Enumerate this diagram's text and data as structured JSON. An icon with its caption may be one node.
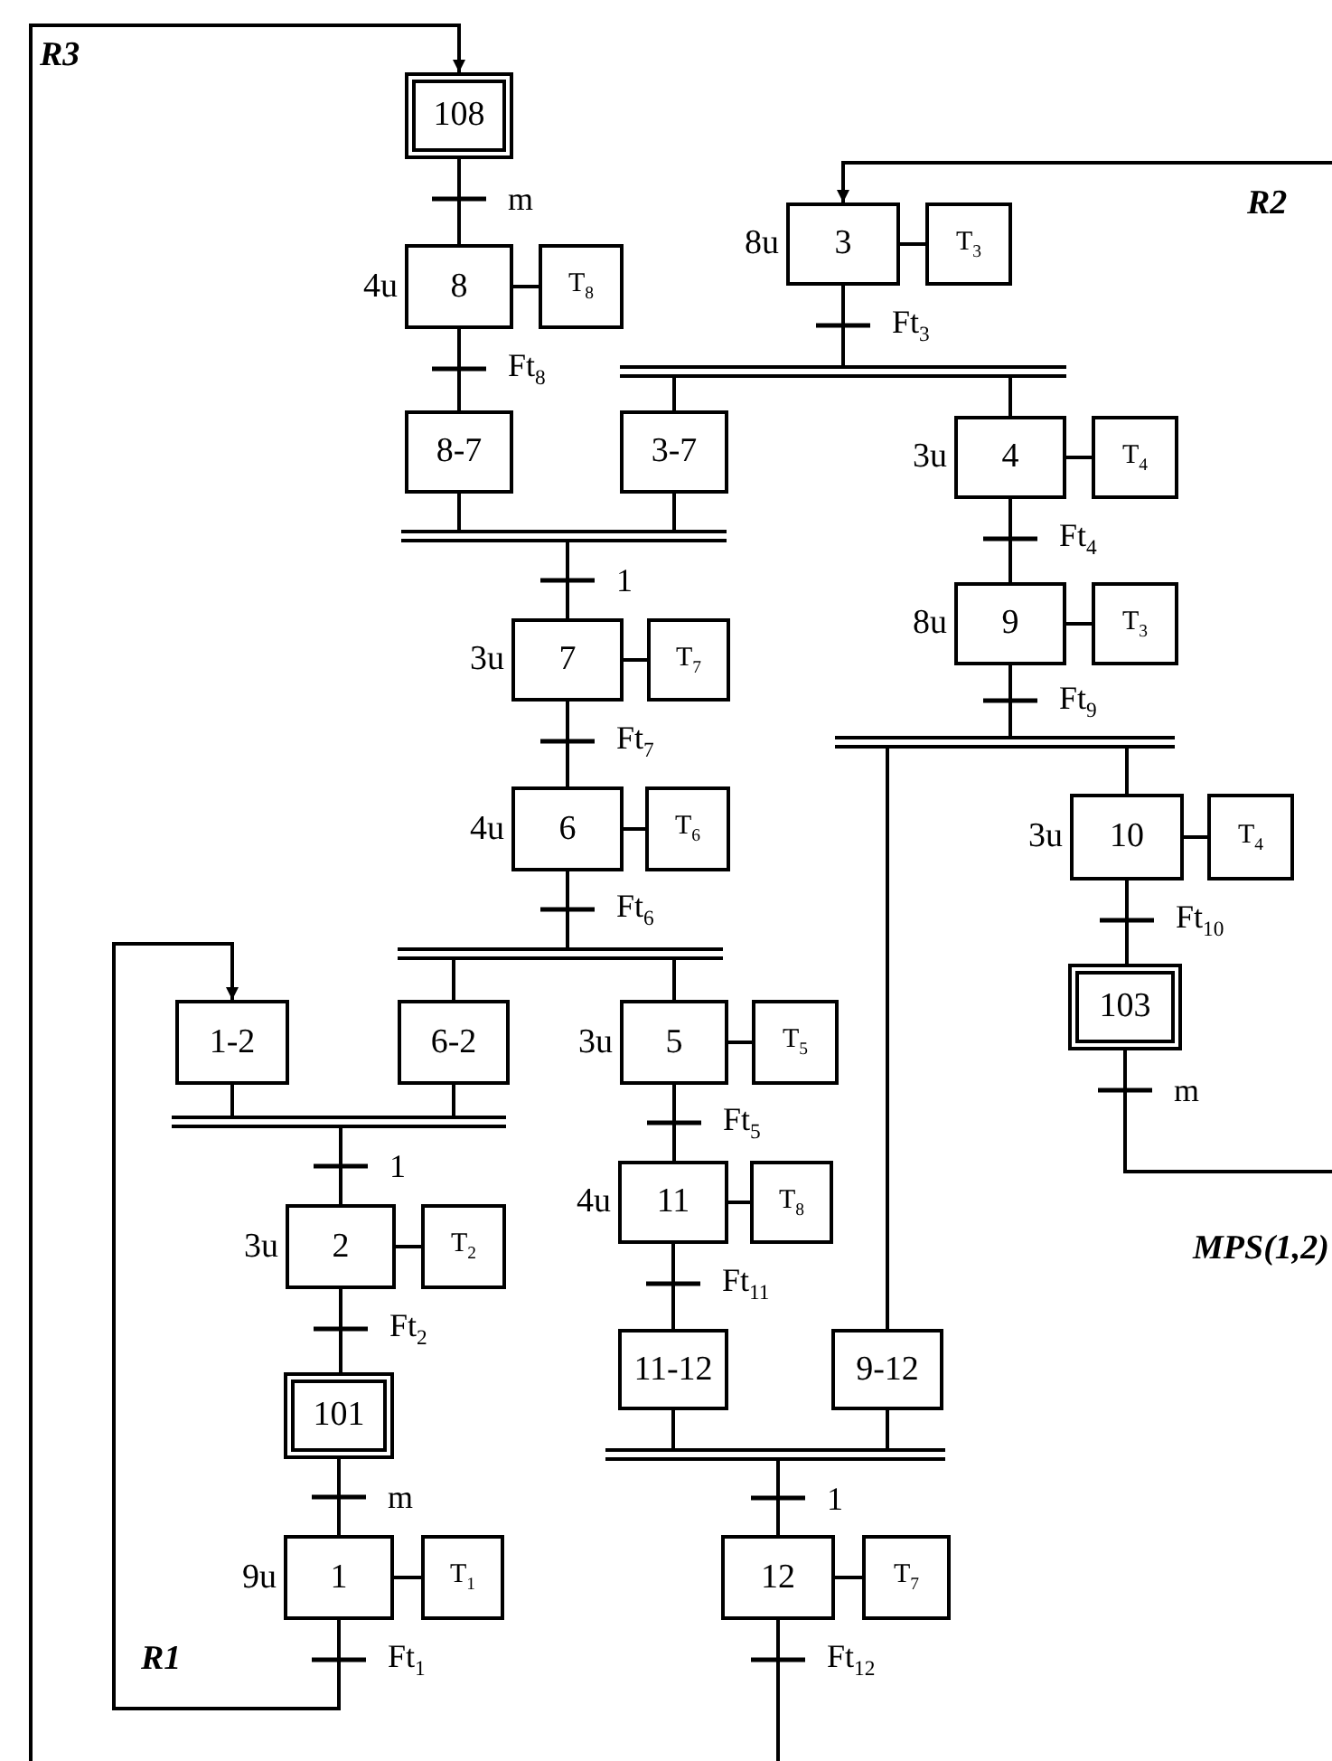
{
  "diagram": {
    "nodes": [
      {
        "text": [
          "108"
        ]
      },
      {
        "text": [
          "8"
        ],
        "beside": [
          "4u"
        ]
      },
      {
        "text": [
          "T$_{8}$"
        ]
      },
      {
        "text": [
          "3"
        ],
        "beside": [
          "8u"
        ]
      },
      {
        "text": [
          "T$_{3}$"
        ]
      },
      {
        "text": [],
        "shape": "bar"
      },
      {
        "text": [
          "8-7"
        ]
      },
      {
        "text": [
          "3-7"
        ]
      },
      {
        "text": [
          "4"
        ],
        "beside": [
          "3u"
        ]
      },
      {
        "text": [
          "T$_{4}$"
        ]
      },
      {
        "text": [],
        "shape": "bar"
      },
      {
        "text": [
          "9"
        ],
        "beside": [
          "8u"
        ]
      },
      {
        "text": [
          "T$_{3}$"
        ]
      },
      {
        "text": [
          "7"
        ],
        "beside": [
          "3u"
        ]
      },
      {
        "text": [
          "T$_{7}$"
        ]
      },
      {
        "text": [],
        "shape": "bar"
      },
      {
        "text": [
          "6"
        ],
        "beside": [
          "4u"
        ]
      },
      {
        "text": [
          "T$_{6}$"
        ]
      },
      {
        "text": [
          "10"
        ],
        "beside": [
          "3u"
        ]
      },
      {
        "text": [
          "T$_{4}$"
        ]
      },
      {
        "text": [
          "103"
        ]
      },
      {
        "text": [],
        "shape": "bar"
      },
      {
        "text": [
          "1-2"
        ]
      },
      {
        "text": [
          "6-2"
        ]
      },
      {
        "text": [
          "5"
        ],
        "beside": [
          "3u"
        ]
      },
      {
        "text": [
          "T$_{5}$"
        ]
      },
      {
        "text": [],
        "shape": "bar"
      },
      {
        "text": [
          "11"
        ],
        "beside": [
          "4u"
        ]
      },
      {
        "text": [
          "T$_{8}$"
        ]
      },
      {
        "text": [
          "2"
        ],
        "beside": [
          "3u"
        ]
      },
      {
        "text": [
          "T$_{2}$"
        ]
      },
      {
        "text": [
          "11-12"
        ]
      },
      {
        "text": [
          "9-12"
        ]
      },
      {
        "text": [
          "101"
        ]
      },
      {
        "text": [],
        "shape": "bar"
      },
      {
        "text": [
          "1"
        ],
        "beside": [
          "9u"
        ]
      },
      {
        "text": [
          "T$_{1}$"
        ]
      },
      {
        "text": [
          "12"
        ]
      },
      {
        "text": [
          "T$_{7}$"
        ]
      }
    ],
    "edges": [
      {
        "from": 0,
        "to": 1,
        "arrow": "none",
        "label": "m"
      },
      {
        "from": 1,
        "to": 2,
        "arrow": "none"
      },
      {
        "from": 3,
        "to": 4,
        "arrow": "none"
      },
      {
        "from": 1,
        "to": 6,
        "arrow": "none",
        "label": "Ft$_{8}$"
      },
      {
        "from": 3,
        "to": 5,
        "arrow": "none",
        "label": "Ft$_{3}$"
      },
      {
        "from": 5,
        "to": 7,
        "arrow": "none"
      },
      {
        "from": 5,
        "to": 8,
        "arrow": "none"
      },
      {
        "from": 8,
        "to": 9,
        "arrow": "none"
      },
      {
        "from": 6,
        "to": 10,
        "arrow": "none"
      },
      {
        "from": 7,
        "to": 10,
        "arrow": "none"
      },
      {
        "from": 10,
        "to": 13,
        "arrow": "none",
        "label": "1"
      },
      {
        "from": 8,
        "to": 11,
        "arrow": "none",
        "label": "Ft$_{4}$"
      },
      {
        "from": 11,
        "to": 12,
        "arrow": "none"
      },
      {
        "from": 13,
        "to": 14,
        "arrow": "none"
      },
      {
        "from": 13,
        "to": 16,
        "arrow": "none",
        "label": "Ft$_{7}$"
      },
      {
        "from": 11,
        "to": 15,
        "arrow": "none",
        "label": "Ft$_{9}$"
      },
      {
        "from": 15,
        "to": 18,
        "arrow": "none"
      },
      {
        "from": 15,
        "to": 32,
        "arrow": "none"
      },
      {
        "from": 16,
        "to": 17,
        "arrow": "none"
      },
      {
        "from": 18,
        "to": 19,
        "arrow": "none"
      },
      {
        "from": 18,
        "to": 20,
        "arrow": "none",
        "label": "Ft$_{10}$"
      },
      {
        "from": 16,
        "to": 21,
        "arrow": "none",
        "label": "Ft$_{6}$"
      },
      {
        "from": 21,
        "to": 23,
        "arrow": "none"
      },
      {
        "from": 21,
        "to": 24,
        "arrow": "none"
      },
      {
        "from": 20,
        "to": null,
        "arrow": "none",
        "label": "m"
      },
      {
        "from": null,
        "to": 3,
        "arrow": "to"
      },
      {
        "from": 24,
        "to": 25,
        "arrow": "none"
      },
      {
        "from": 22,
        "to": 26,
        "arrow": "none"
      },
      {
        "from": 23,
        "to": 26,
        "arrow": "none"
      },
      {
        "from": 24,
        "to": 27,
        "arrow": "none",
        "label": "Ft$_{5}$"
      },
      {
        "from": 26,
        "to": 29,
        "arrow": "none",
        "label": "1"
      },
      {
        "from": 27,
        "to": 28,
        "arrow": "none"
      },
      {
        "from": 29,
        "to": 30,
        "arrow": "none"
      },
      {
        "from": 27,
        "to": 31,
        "arrow": "none",
        "label": "Ft$_{11}$"
      },
      {
        "from": 29,
        "to": 33,
        "arrow": "none",
        "label": "Ft$_{2}$"
      },
      {
        "from": 31,
        "to": 34,
        "arrow": "none"
      },
      {
        "from": 32,
        "to": 34,
        "arrow": "none"
      },
      {
        "from": 33,
        "to": 35,
        "arrow": "none",
        "label": "m"
      },
      {
        "from": 34,
        "to": 37,
        "arrow": "none",
        "label": "1"
      },
      {
        "from": 35,
        "to": 36,
        "arrow": "none"
      },
      {
        "from": 37,
        "to": 38,
        "arrow": "none"
      },
      {
        "from": 35,
        "to": 22,
        "arrow": "to",
        "label": "Ft$_{1}$"
      },
      {
        "from": 37,
        "to": null,
        "arrow": "none",
        "label": "Ft$_{12}$"
      },
      {
        "from": null,
        "to": 0,
        "arrow": "to"
      }
    ],
    "labels": [
      "R3",
      "R2",
      "R1",
      "MPS(1,2)"
    ]
  }
}
